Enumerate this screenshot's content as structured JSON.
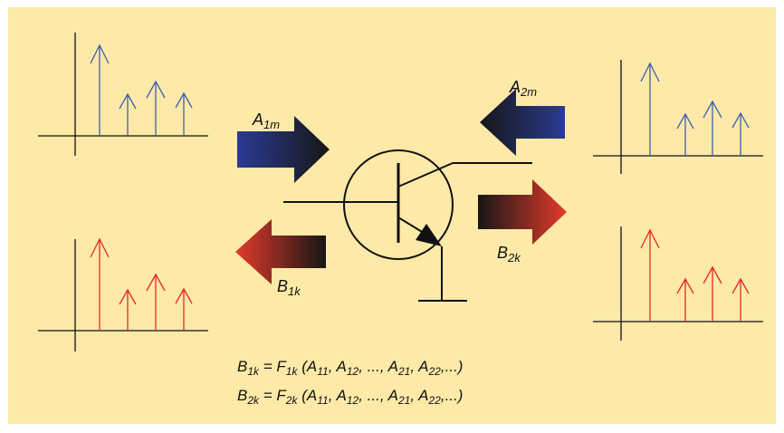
{
  "colors": {
    "background": "#fde9a8",
    "blue_spectrum": "#3f5fae",
    "red_spectrum": "#e8262a",
    "blue_arrow": "#2b3b93",
    "red_arrow": "#e43a2b",
    "arrow_dark": "#161616",
    "ink": "#111111"
  },
  "labels": {
    "a1m": {
      "base": "A",
      "sub": "1m"
    },
    "a2m": {
      "base": "A",
      "sub": "2m"
    },
    "b1k": {
      "base": "B",
      "sub": "1k"
    },
    "b2k": {
      "base": "B",
      "sub": "2k"
    }
  },
  "equations": {
    "eq1": {
      "lhs": "B",
      "lhs_sub": "1k",
      "eq": " = F",
      "f_sub": "1k",
      "open": " (A",
      "s1": "11",
      "c1": ", A",
      "s2": "12",
      "mid": ", ..., A",
      "s3": "21",
      "c2": ", A",
      "s4": "22",
      "close": ",...)"
    },
    "eq2": {
      "lhs": "B",
      "lhs_sub": "2k",
      "eq": " = F",
      "f_sub": "2k",
      "open": " (A",
      "s1": "11",
      "c1": ", A",
      "s2": "12",
      "mid": ", ..., A",
      "s3": "21",
      "c2": ", A",
      "s4": "22",
      "close": ",...)"
    }
  }
}
